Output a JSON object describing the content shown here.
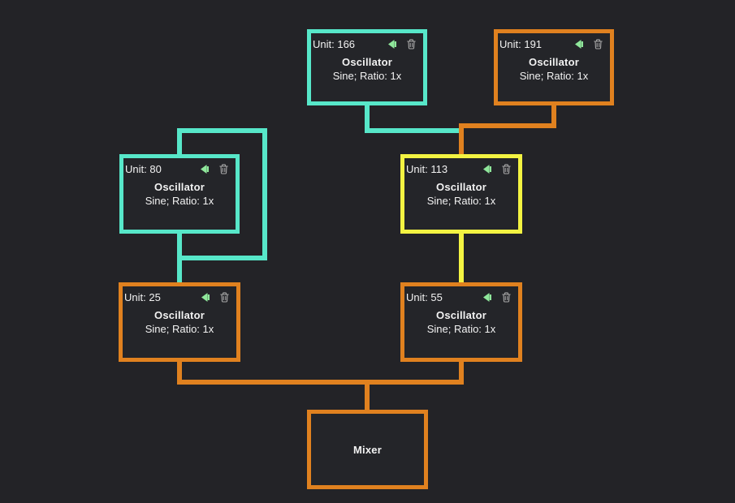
{
  "canvas": {
    "background": "#232327"
  },
  "colors": {
    "teal": "#57e7c9",
    "orange": "#e0811f",
    "yellow": "#f3f342",
    "node_fill": "#242529",
    "speaker_green": "#8fe79b",
    "trash_gray": "#a8a8a8",
    "text": "#f2f2f2"
  },
  "icons": {
    "speaker": "speaker-icon",
    "trash": "trash-icon"
  },
  "nodes": [
    {
      "unit_label": "Unit: 166",
      "title": "Oscillator",
      "subtitle": "Sine; Ratio: 1x",
      "border": "teal"
    },
    {
      "unit_label": "Unit: 191",
      "title": "Oscillator",
      "subtitle": "Sine; Ratio: 1x",
      "border": "orange"
    },
    {
      "unit_label": "Unit: 80",
      "title": "Oscillator",
      "subtitle": "Sine; Ratio: 1x",
      "border": "teal"
    },
    {
      "unit_label": "Unit: 113",
      "title": "Oscillator",
      "subtitle": "Sine; Ratio: 1x",
      "border": "yellow"
    },
    {
      "unit_label": "Unit: 25",
      "title": "Oscillator",
      "subtitle": "Sine; Ratio: 1x",
      "border": "orange"
    },
    {
      "unit_label": "Unit: 55",
      "title": "Oscillator",
      "subtitle": "Sine; Ratio: 1x",
      "border": "orange"
    }
  ],
  "mixer": {
    "title": "Mixer",
    "border": "orange"
  },
  "connections": [
    {
      "from": "Unit 166",
      "to": "Unit 113",
      "color": "teal"
    },
    {
      "from": "Unit 191",
      "to": "Unit 113",
      "color": "orange"
    },
    {
      "from": "Unit 80",
      "to": "Unit 80",
      "color": "teal",
      "type": "feedback-loop"
    },
    {
      "from": "Unit 80",
      "to": "Unit 25",
      "color": "teal"
    },
    {
      "from": "Unit 113",
      "to": "Unit 55",
      "color": "yellow"
    },
    {
      "from": "Unit 25",
      "to": "Mixer",
      "color": "orange"
    },
    {
      "from": "Unit 55",
      "to": "Mixer",
      "color": "orange"
    }
  ]
}
